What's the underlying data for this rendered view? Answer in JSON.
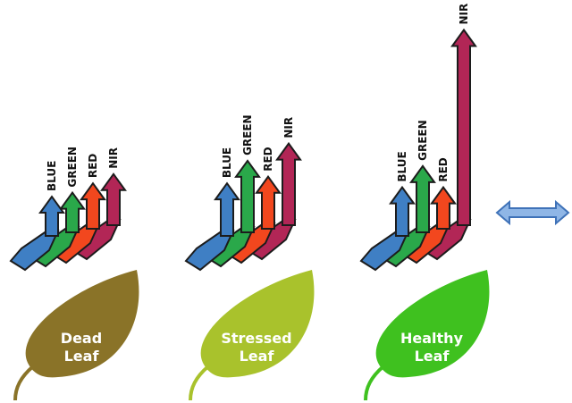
{
  "colors": {
    "blue": "#3f7fc4",
    "green": "#2aa84a",
    "red": "#f2471e",
    "nir": "#b22656",
    "outline": "#1c1c1c",
    "double_arrow_fill": "#8fb6e6",
    "double_arrow_stroke": "#3f72b8"
  },
  "bands": [
    "BLUE",
    "GREEN",
    "RED",
    "NIR"
  ],
  "leaves": [
    {
      "label_line1": "Dead",
      "label_line2": "Leaf",
      "color": "#8a7328",
      "reflectance": [
        0.35,
        0.38,
        0.45,
        0.52
      ]
    },
    {
      "label_line1": "Stressed",
      "label_line2": "Leaf",
      "color": "#a9c22c",
      "reflectance": [
        0.45,
        0.62,
        0.5,
        0.75
      ]
    },
    {
      "label_line1": "Healthy",
      "label_line2": "Leaf",
      "color": "#3fc11f",
      "reflectance": [
        0.42,
        0.58,
        0.42,
        1.0
      ]
    }
  ],
  "double_arrow_icon": "double-headed-arrow"
}
